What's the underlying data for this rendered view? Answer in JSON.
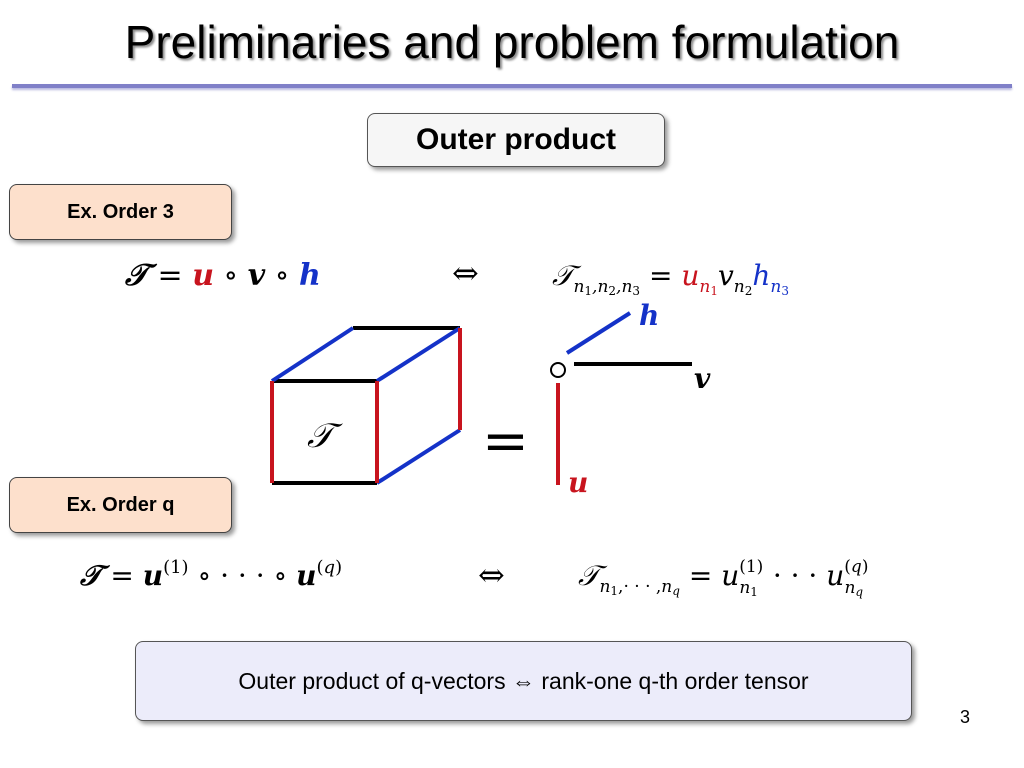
{
  "slide": {
    "title": "Preliminaries and problem formulation",
    "subtitle_box": "Outer product",
    "order3_label": "Ex. Order 3",
    "orderq_label": "Ex. Order q",
    "summary": "Outer product of q-vectors ⇔ rank-one q-th order tensor",
    "page_number": "3"
  },
  "diagram": {
    "tensor_symbol": "𝒯",
    "equals": "=",
    "vector_h": "h",
    "vector_v": "v",
    "vector_u": "u"
  },
  "colors": {
    "red": "#c8141e",
    "blue": "#1432c8",
    "title_rule": "#8080c8",
    "order_box_fill": "#fde0cc",
    "summary_box_fill": "#ececfa"
  }
}
